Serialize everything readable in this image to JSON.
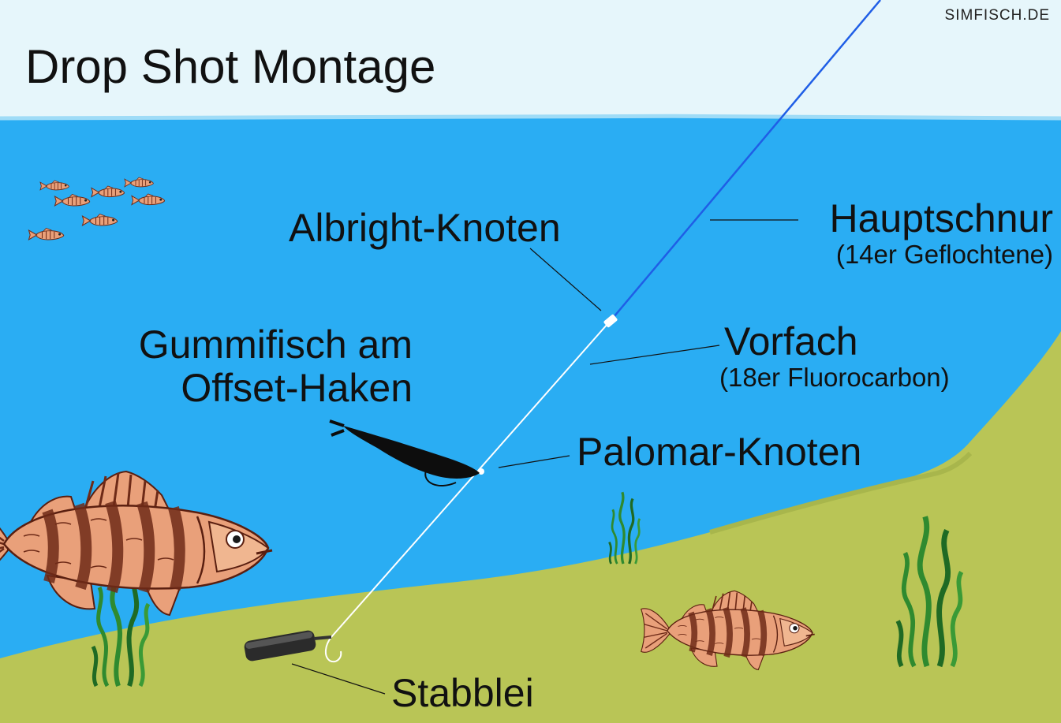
{
  "title": "Drop Shot Montage",
  "site": "SIMFISCH.DE",
  "labels": {
    "albright": "Albright-Knoten",
    "hauptschnur": "Hauptschnur",
    "hauptschnur_detail": "(14er Geflochtene)",
    "vorfach": "Vorfach",
    "vorfach_detail": "(18er Fluorocarbon)",
    "gummifisch_line1": "Gummifisch am",
    "gummifisch_line2": "Offset-Haken",
    "palomar": "Palomar-Knoten",
    "stabblei": "Stabblei"
  },
  "colors": {
    "sky": "#e6f6fb",
    "water": "#2aadf3",
    "water_highlight": "#9fdcf7",
    "lakebed": "#b9c556",
    "lakebed_dark": "#a8b64c",
    "main_line": "#1f5ee6",
    "leader": "#ffffff",
    "weed": "#2f8a2f",
    "weed_dark": "#1f6a24",
    "fish_body": "#e9a07a",
    "fish_stripe": "#6e2a17"
  },
  "icons": [
    "perch-icon",
    "baitfish-icon",
    "seaweed-icon",
    "drop-shot-weight-icon",
    "rubber-fish-icon",
    "hook-icon"
  ]
}
